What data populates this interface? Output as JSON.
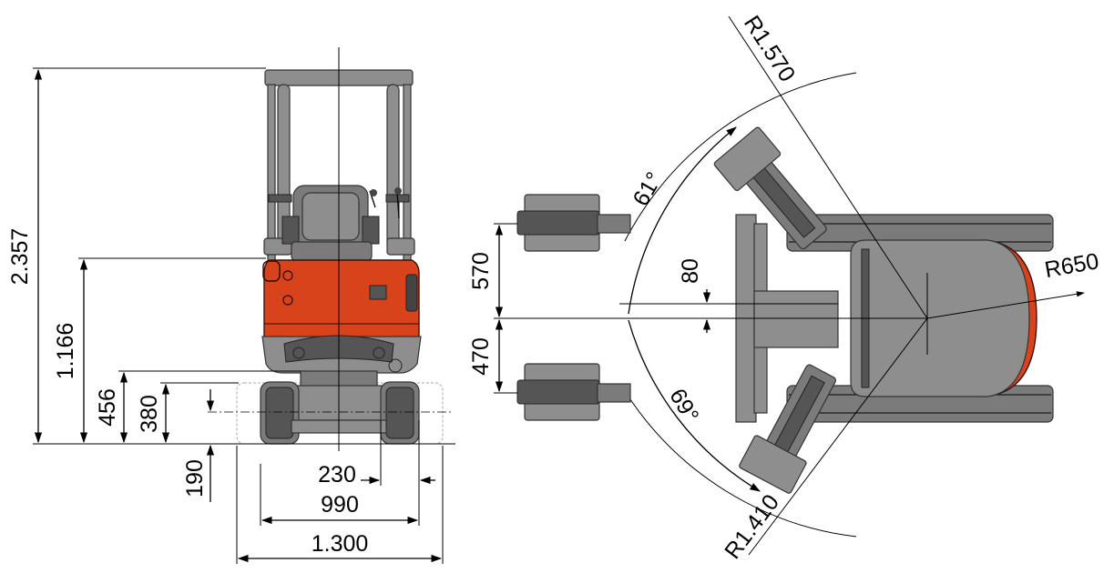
{
  "colors": {
    "body_orange": "#d9431c",
    "machine_gray": "#8e8e8e",
    "line_black": "#000000"
  },
  "front_view": {
    "dims": {
      "total_height": "2.357",
      "body_top_height": "1.166",
      "undercarriage_height": "456",
      "track_height": "380",
      "ground_clearance": "190",
      "track_width": "230",
      "inner_track_width": "990",
      "outer_track_width": "1.300"
    }
  },
  "top_view": {
    "dims": {
      "offset_left": "570",
      "offset_right": "470",
      "boom_offset": "80",
      "swing_angle_left": "61°",
      "swing_angle_right": "69°",
      "tail_radius": "R650",
      "front_radius_max": "R1.570",
      "front_radius_min": "R1.410"
    }
  }
}
